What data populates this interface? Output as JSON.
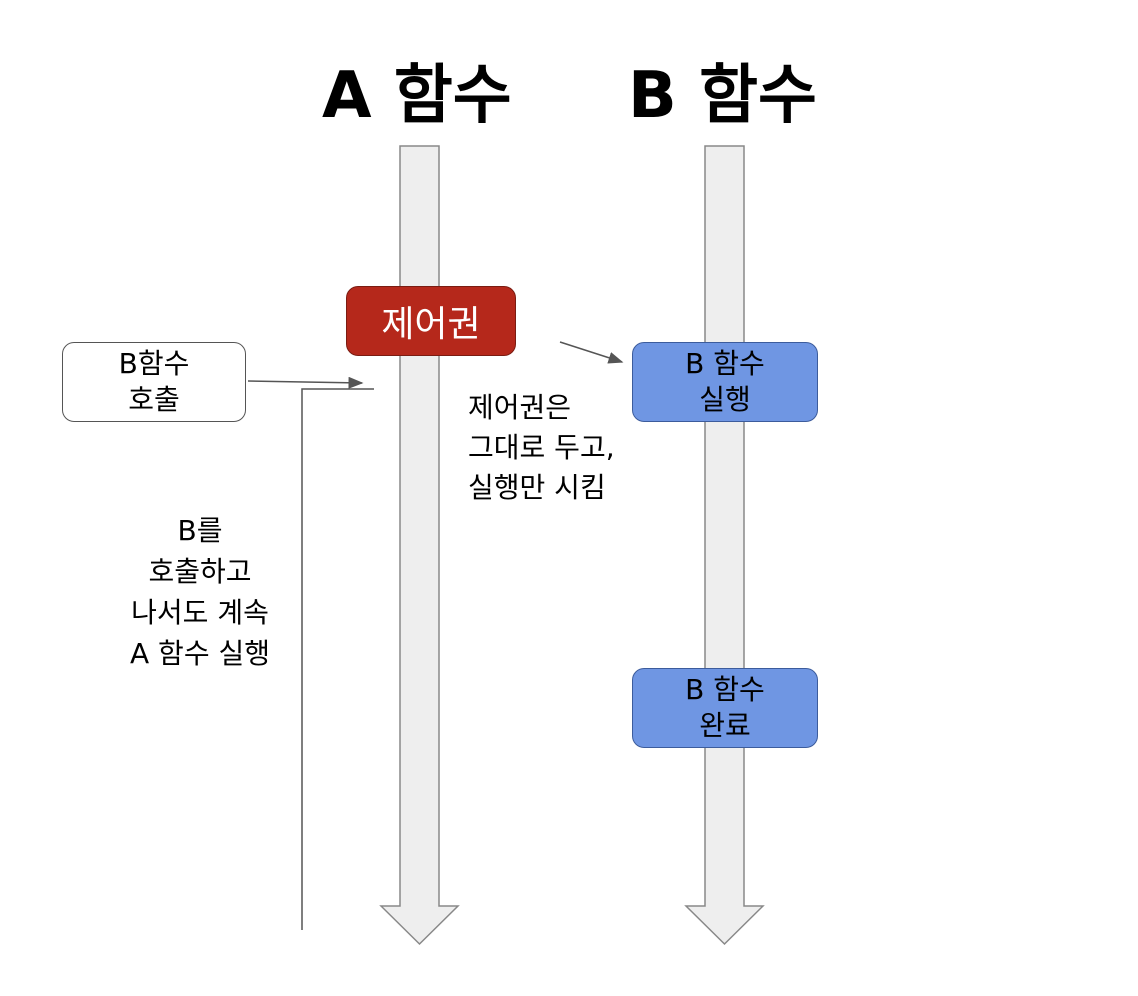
{
  "titles": {
    "function_a": "A 함수",
    "function_b": "B 함수"
  },
  "boxes": {
    "control": "제어권",
    "call_b": [
      "B함수",
      "호출"
    ],
    "b_execute": [
      "B 함수",
      "실행"
    ],
    "b_complete": [
      "B 함수",
      "완료"
    ]
  },
  "notes": {
    "control_note": [
      "제어권은",
      "그대로 두고,",
      "실행만 시킴"
    ],
    "continue_note": [
      "B를",
      "호출하고",
      "나서도 계속",
      "A 함수 실행"
    ]
  },
  "colors": {
    "control_box": "#b5281b",
    "b_box": "#6f96e3",
    "timeline_fill": "#eeeeee",
    "timeline_stroke": "#888888"
  }
}
